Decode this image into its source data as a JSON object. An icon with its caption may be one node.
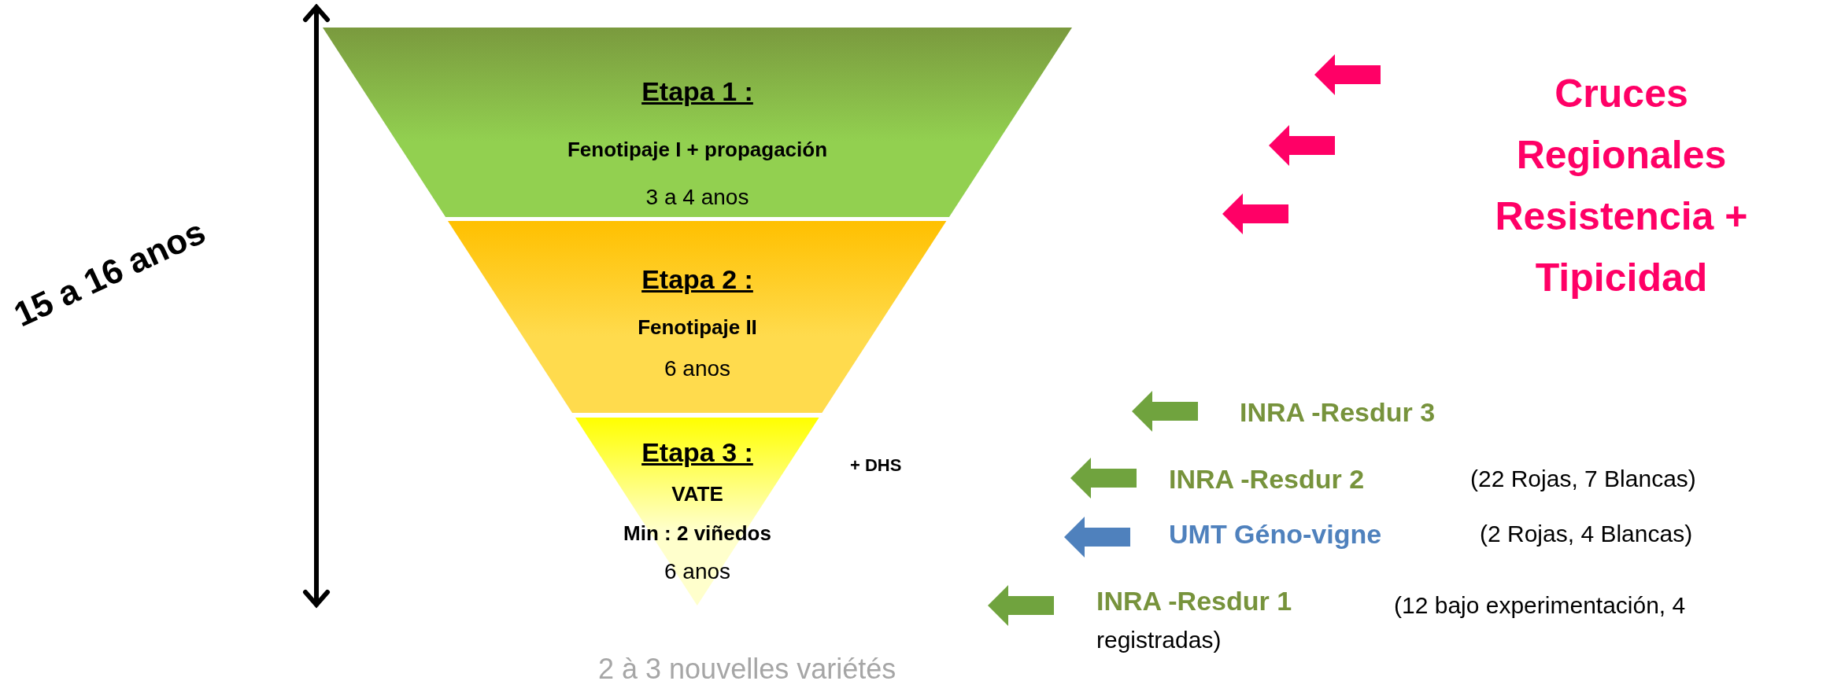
{
  "diagram": {
    "nodes": [
      {
        "text": [
          "Etapa 1 :",
          "Fenotipaje I + propagación",
          "3 a 4 anos"
        ]
      },
      {
        "text": [
          "Etapa 2 :",
          "Fenotipaje II",
          "6 anos"
        ]
      },
      {
        "text": [
          "Etapa 3 :",
          "VATE",
          "Min : 2 viñedos",
          "6 anos"
        ],
        "beside": [
          "+ DHS"
        ]
      }
    ],
    "edges": [],
    "labels": [
      "15 a 16 anos",
      "Cruces Regionales Resistencia + Tipicidad",
      "INRA -Resdur 3",
      "INRA -Resdur 2",
      "(22 Rojas, 7 Blancas)",
      "UMT Géno-vigne",
      "(2 Rojas, 4 Blancas)",
      "INRA -Resdur 1",
      "(12 bajo experimentación, 4 registradas)",
      "2 à 3 nouvelles variétés"
    ]
  }
}
